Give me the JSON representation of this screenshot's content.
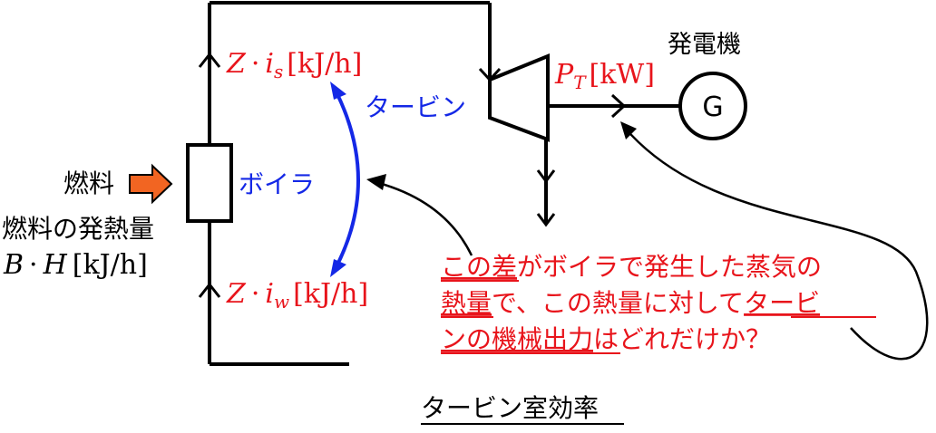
{
  "labels": {
    "steam_flow_Z": "Z",
    "steam_flow_dot": "·",
    "steam_flow_i": "i",
    "steam_flow_sub": "s",
    "steam_flow_unit": "[kJ/h]",
    "water_flow_Z": "Z",
    "water_flow_dot": "·",
    "water_flow_i": "i",
    "water_flow_sub": "w",
    "water_flow_unit": "[kJ/h]",
    "turbine": "タービン",
    "boiler": "ボイラ",
    "generator_title": "発電機",
    "generator_symbol": "G",
    "power_P": "P",
    "power_sub": "T",
    "power_unit": "[kW]",
    "fuel": "燃料",
    "fuel_heat_title": "燃料の発熱量",
    "fuel_heat_B": "B",
    "fuel_heat_dot": "·",
    "fuel_heat_H": "H",
    "fuel_heat_unit": "[kJ/h]",
    "note_line1_a": "この差",
    "note_line1_b": "がボイラで発生した蒸気の",
    "note_line2_a": "熱量",
    "note_line2_b": "で、この熱量に対して",
    "note_line2_c": "タービ",
    "note_line3_a": "ンの機械出力",
    "note_line3_b": "はどれだけか？",
    "caption": "タービン室効率"
  },
  "colors": {
    "red": "#e8141b",
    "blue": "#1428e6",
    "orange": "#f26522",
    "black": "#000000"
  }
}
